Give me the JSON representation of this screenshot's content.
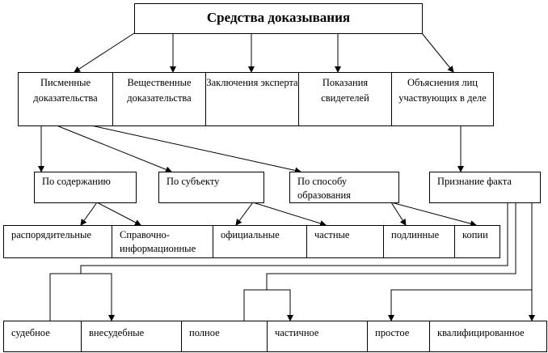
{
  "title": "Средства доказывания",
  "types": [
    "Писменные доказательства",
    "Вещественные доказательства",
    "Заключения эксперта",
    "Показания свидетелей",
    "Объяснения лиц участвующих в деле"
  ],
  "criteria": [
    "По содержанию",
    "По субъекту",
    "По способу образования",
    "Признание факта"
  ],
  "written_kinds": [
    "распорядительные",
    "Справочно-информационные",
    "официальные",
    "частные",
    "подлинные",
    "копии"
  ],
  "admission_kinds": [
    "судебное",
    "внесудебные",
    "полное",
    "частичное",
    "простое",
    "квалифицированное"
  ]
}
